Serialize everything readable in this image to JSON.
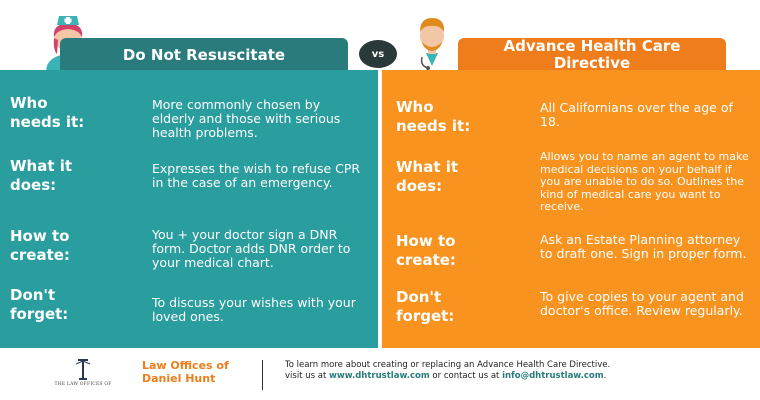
{
  "header": {
    "left_title": "Do Not Resuscitate",
    "vs_label": "vs",
    "right_title_line1": "Advance Health Care",
    "right_title_line2": "Directive"
  },
  "left_panel": {
    "rows": [
      {
        "label_line1": "Who",
        "label_line2": "needs it:",
        "text": "More commonly chosen by elderly and those with serious health problems."
      },
      {
        "label_line1": "What it",
        "label_line2": "does:",
        "text": "Expresses the wish to refuse CPR in the case of an emergency."
      },
      {
        "label_line1": "How to",
        "label_line2": "create:",
        "text": "You + your doctor sign a DNR form. Doctor adds DNR order to your medical chart."
      },
      {
        "label_line1": "Don't",
        "label_line2": "forget:",
        "text": "To discuss your wishes with your loved ones."
      }
    ]
  },
  "right_panel": {
    "rows": [
      {
        "label_line1": "Who",
        "label_line2": "needs it:",
        "text": "All Californians over the age of 18."
      },
      {
        "label_line1": "What it",
        "label_line2": "does:",
        "text": "Allows you to name an agent to make medical decisions on your behalf if you are unable to do so. Outlines the kind of medical care you want to receive."
      },
      {
        "label_line1": "How to",
        "label_line2": "create:",
        "text": "Ask an Estate Planning attorney to draft one. Sign in proper form."
      },
      {
        "label_line1": "Don't",
        "label_line2": "forget:",
        "text": "To give copies to your agent and doctor's office. Review regularly."
      }
    ]
  },
  "footer": {
    "logo_text": "THE LAW OFFICES OF",
    "firm_line1": "Law Offices of",
    "firm_line2": "Daniel Hunt",
    "info_line1": "To learn more about creating or replacing an Advance Health Care Directive.",
    "info_prefix": "visit us at ",
    "website": "www.dhtrustlaw.com",
    "info_middle": " or contact us at ",
    "email": "info@dhtrustlaw.com",
    "info_suffix": "."
  },
  "colors": {
    "teal_dark": "#2a7b7c",
    "teal": "#2a9d9f",
    "orange": "#f7931e",
    "orange_dark": "#ef7d1b"
  }
}
